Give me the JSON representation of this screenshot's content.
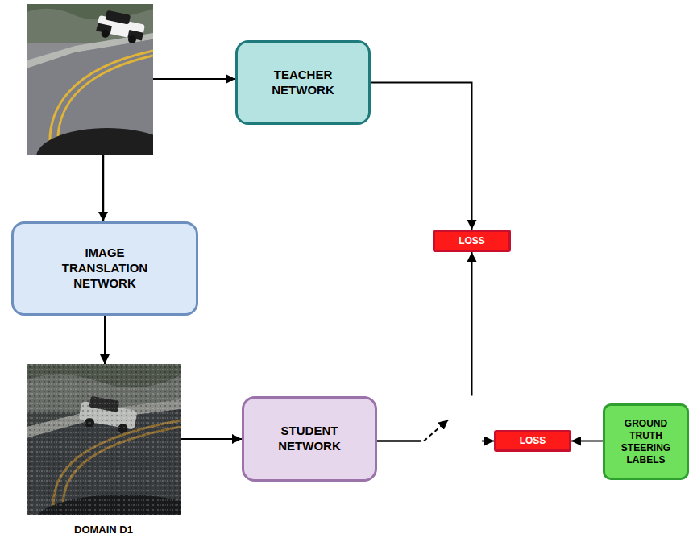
{
  "diagram": {
    "nodes": [
      {
        "text": [
          "TEACHER NETWORK"
        ]
      },
      {
        "text": [
          "IMAGE TRANSLATION NETWORK"
        ]
      },
      {
        "text": [
          "LOSS"
        ]
      },
      {
        "text": [
          "DOMAIN D1"
        ]
      },
      {
        "text": [
          "STUDENT NETWORK"
        ]
      },
      {
        "text": [
          "LOSS"
        ]
      },
      {
        "text": [
          "GROUND TRUTH STEERING LABELS"
        ]
      }
    ],
    "edges": [
      {
        "from": 0,
        "to": 2,
        "arrow": "to"
      },
      {
        "from": 1,
        "to": 3,
        "arrow": "to"
      },
      {
        "from": 3,
        "to": 4,
        "arrow": "to"
      },
      {
        "from": 4,
        "to": 2,
        "arrow": "to"
      },
      {
        "from": 4,
        "to": 5,
        "arrow": "to"
      },
      {
        "from": 6,
        "to": 5,
        "arrow": "to"
      }
    ]
  }
}
